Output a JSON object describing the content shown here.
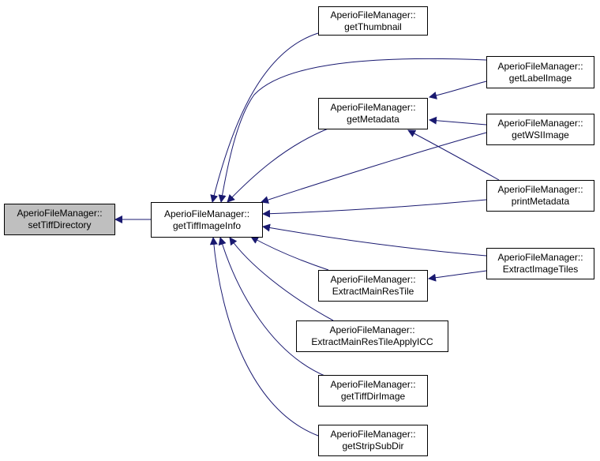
{
  "colors": {
    "edge": "#191970",
    "current_fill": "#bfbfbf",
    "node_fill": "#ffffff",
    "border": "#000000"
  },
  "nodes": {
    "setTiffDirectory": {
      "line1": "AperioFileManager::",
      "line2": "setTiffDirectory"
    },
    "getTiffImageInfo": {
      "line1": "AperioFileManager::",
      "line2": "getTiffImageInfo"
    },
    "getThumbnail": {
      "line1": "AperioFileManager::",
      "line2": "getThumbnail"
    },
    "getMetadata": {
      "line1": "AperioFileManager::",
      "line2": "getMetadata"
    },
    "ExtractMainResTile": {
      "line1": "AperioFileManager::",
      "line2": "ExtractMainResTile"
    },
    "ExtractMainResTileApplyICC": {
      "line1": "AperioFileManager::",
      "line2": "ExtractMainResTileApplyICC"
    },
    "getTiffDirImage": {
      "line1": "AperioFileManager::",
      "line2": "getTiffDirImage"
    },
    "getStripSubDir": {
      "line1": "AperioFileManager::",
      "line2": "getStripSubDir"
    },
    "getLabelImage": {
      "line1": "AperioFileManager::",
      "line2": "getLabelImage"
    },
    "getWSIImage": {
      "line1": "AperioFileManager::",
      "line2": "getWSIImage"
    },
    "printMetadata": {
      "line1": "AperioFileManager::",
      "line2": "printMetadata"
    },
    "ExtractImageTiles": {
      "line1": "AperioFileManager::",
      "line2": "ExtractImageTiles"
    }
  }
}
